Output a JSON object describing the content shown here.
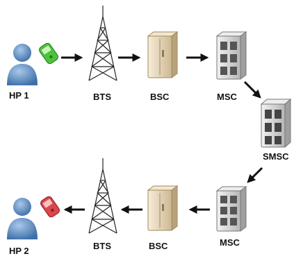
{
  "row1": {
    "hp": "HP 1",
    "bts": "BTS",
    "bsc": "BSC",
    "msc": "MSC"
  },
  "center": {
    "smsc": "SMSC"
  },
  "row2": {
    "hp": "HP 2",
    "bts": "BTS",
    "bsc": "BSC",
    "msc": "MSC"
  },
  "colors": {
    "person": "#5b8fc7",
    "phone_sender": "#4cc23a",
    "phone_receiver": "#d9474a",
    "bsc_cabinet": "#e9dcc3",
    "server": "#d7d7d7",
    "arrow": "#111111"
  }
}
